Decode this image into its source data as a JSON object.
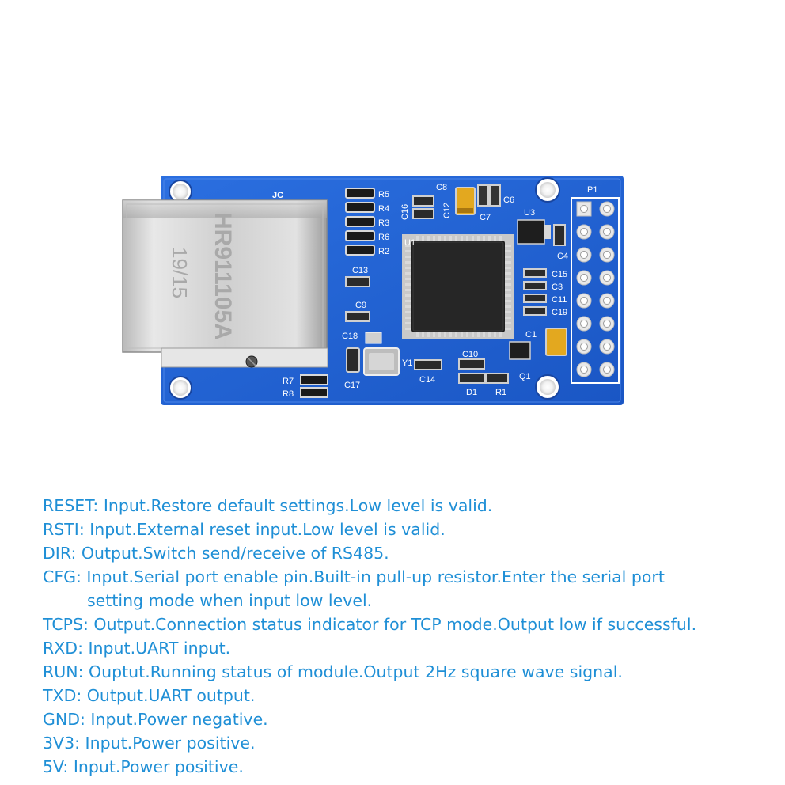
{
  "board": {
    "silkscreen": {
      "resistors_top": [
        "R5",
        "R4",
        "R3",
        "R6",
        "R2"
      ],
      "top_caps": [
        "C8",
        "C16",
        "C12",
        "C7",
        "C6"
      ],
      "left_caps": [
        "C13",
        "C9",
        "C18",
        "C17"
      ],
      "right_caps": [
        "C15",
        "C3",
        "C11",
        "C19"
      ],
      "chip": "U1",
      "regulator": "U3",
      "header": "P1",
      "crystal": "Y1",
      "bottom": [
        "C14",
        "C10",
        "D1",
        "R1",
        "Q1",
        "C1",
        "C4"
      ],
      "bottom_left": [
        "R7",
        "R8"
      ],
      "logo": "JC"
    },
    "jack": {
      "model": "HR911105A",
      "date": "19/15"
    }
  },
  "pins": [
    "RESET: Input.Restore default settings.Low level is valid.",
    "RSTI: Input.External reset input.Low level is valid.",
    "DIR: Output.Switch send/receive of RS485.",
    "CFG: Input.Serial port enable pin.Built-in pull-up resistor.Enter the serial port",
    "setting mode when input low level.",
    "TCPS: Output.Connection status indicator for TCP mode.Output low if successful.",
    "RXD: Input.UART input.",
    "RUN: Ouptut.Running status of module.Output 2Hz square wave signal.",
    "TXD: Output.UART output.",
    "GND: Input.Power negative.",
    "3V3: Input.Power positive.",
    "5V: Input.Power positive."
  ],
  "colors": {
    "pcb": "#1f62d2",
    "text": "#1f8fd6"
  }
}
